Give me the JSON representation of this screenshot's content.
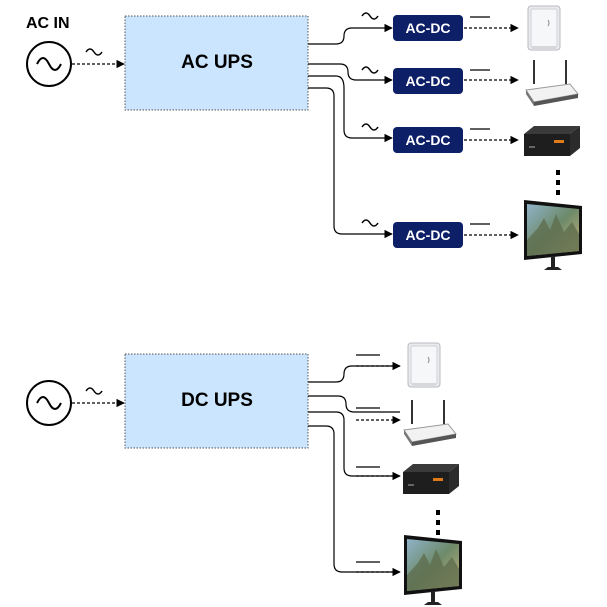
{
  "ac_section": {
    "input_label": "AC IN",
    "ups_label": "AC UPS",
    "converter_label": "AC-DC",
    "devices": [
      "nas-icon",
      "router-icon",
      "mini-pc-icon",
      "monitor-icon"
    ]
  },
  "dc_section": {
    "ups_label": "DC UPS",
    "devices": [
      "nas-icon",
      "router-icon",
      "mini-pc-icon",
      "monitor-icon"
    ]
  },
  "colors": {
    "ups_fill": "#cce5ff",
    "converter_fill": "#0d1f66",
    "converter_text": "#ffffff",
    "line": "#000000"
  }
}
